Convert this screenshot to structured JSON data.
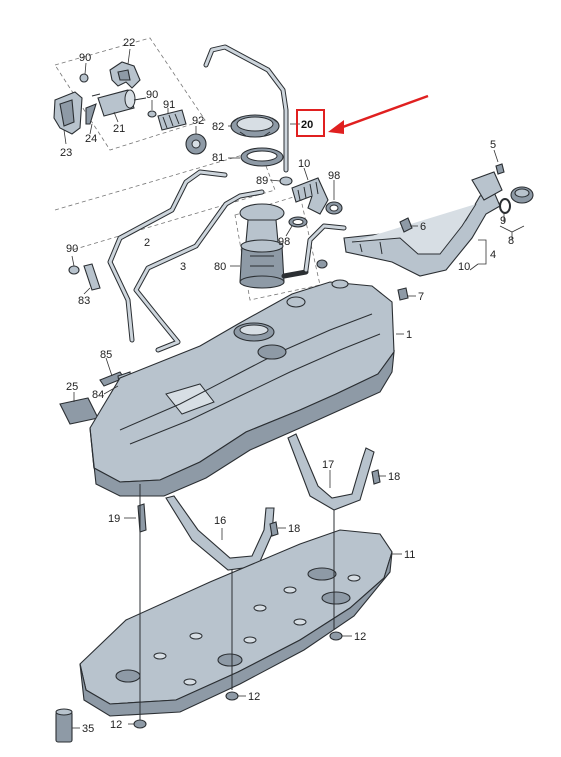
{
  "diagram": {
    "highlight_color": "#e02020",
    "labels": {
      "p1": "1",
      "p2": "2",
      "p3": "3",
      "p4": "4",
      "p5": "5",
      "p6": "6",
      "p7": "7",
      "p8": "8",
      "p9": "9",
      "p10a": "10",
      "p10b": "10",
      "p11": "11",
      "p12a": "12",
      "p12b": "12",
      "p12c": "12",
      "p16": "16",
      "p17": "17",
      "p18a": "18",
      "p18b": "18",
      "p19": "19",
      "p20": "20",
      "p21": "21",
      "p22": "22",
      "p23": "23",
      "p24": "24",
      "p25": "25",
      "p35": "35",
      "p80": "80",
      "p81": "81",
      "p82": "82",
      "p83": "83",
      "p84": "84",
      "p85": "85",
      "p89": "89",
      "p90a": "90",
      "p90b": "90",
      "p90c": "90",
      "p91": "91",
      "p92": "92",
      "p98a": "98",
      "p98b": "98"
    }
  }
}
